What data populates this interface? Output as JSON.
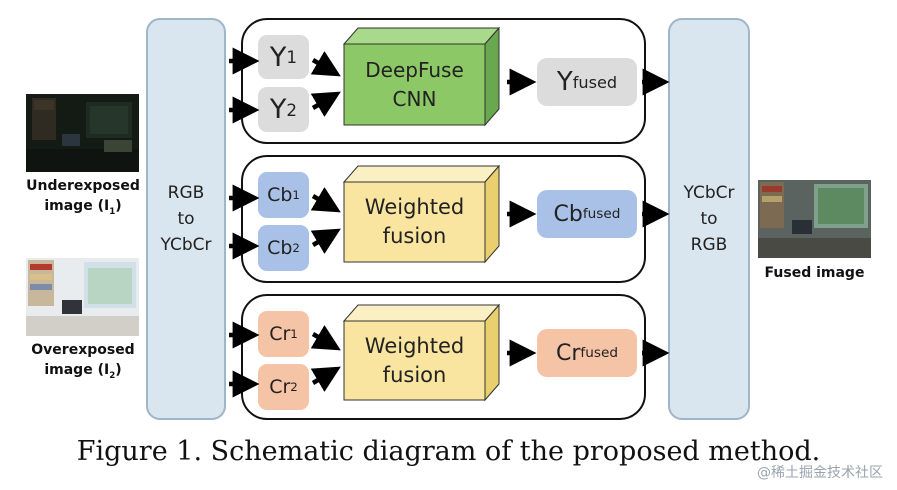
{
  "caption": "Figure 1. Schematic diagram of the proposed method.",
  "watermark": "@稀土掘金技术社区",
  "inputs": {
    "under_label_line1": "Underexposed",
    "under_label_line2": "image (I",
    "under_sub": "1",
    "under_close": ")",
    "over_label_line1": "Overexposed",
    "over_label_line2": "image (I",
    "over_sub": "2",
    "over_close": ")"
  },
  "output": {
    "label": "Fused image"
  },
  "convert_in": {
    "line1": "RGB",
    "line2": "to",
    "line3": "YCbCr"
  },
  "convert_out": {
    "line1": "YCbCr",
    "line2": "to",
    "line3": "RGB"
  },
  "rows": {
    "y": {
      "in1": "Y",
      "in1_sub": "1",
      "in2": "Y",
      "in2_sub": "2",
      "block_line1": "DeepFuse",
      "block_line2": "CNN",
      "out": "Y",
      "out_sub": "fused"
    },
    "cb": {
      "in1": "Cb",
      "in1_sub": "1",
      "in2": "Cb",
      "in2_sub": "2",
      "block_line1": "Weighted",
      "block_line2": "fusion",
      "out": "Cb",
      "out_sub": "fused"
    },
    "cr": {
      "in1": "Cr",
      "in1_sub": "1",
      "in2": "Cr",
      "in2_sub": "2",
      "block_line1": "Weighted",
      "block_line2": "fusion",
      "out": "Cr",
      "out_sub": "fused"
    }
  },
  "colors": {
    "y_box": "#dcdcdc",
    "cb_box": "#a9c1e6",
    "cr_box": "#f5c3a6",
    "cnn_front": "#8cc866",
    "fusion_front": "#f9e5a0",
    "convert": "#d9e5ef"
  }
}
